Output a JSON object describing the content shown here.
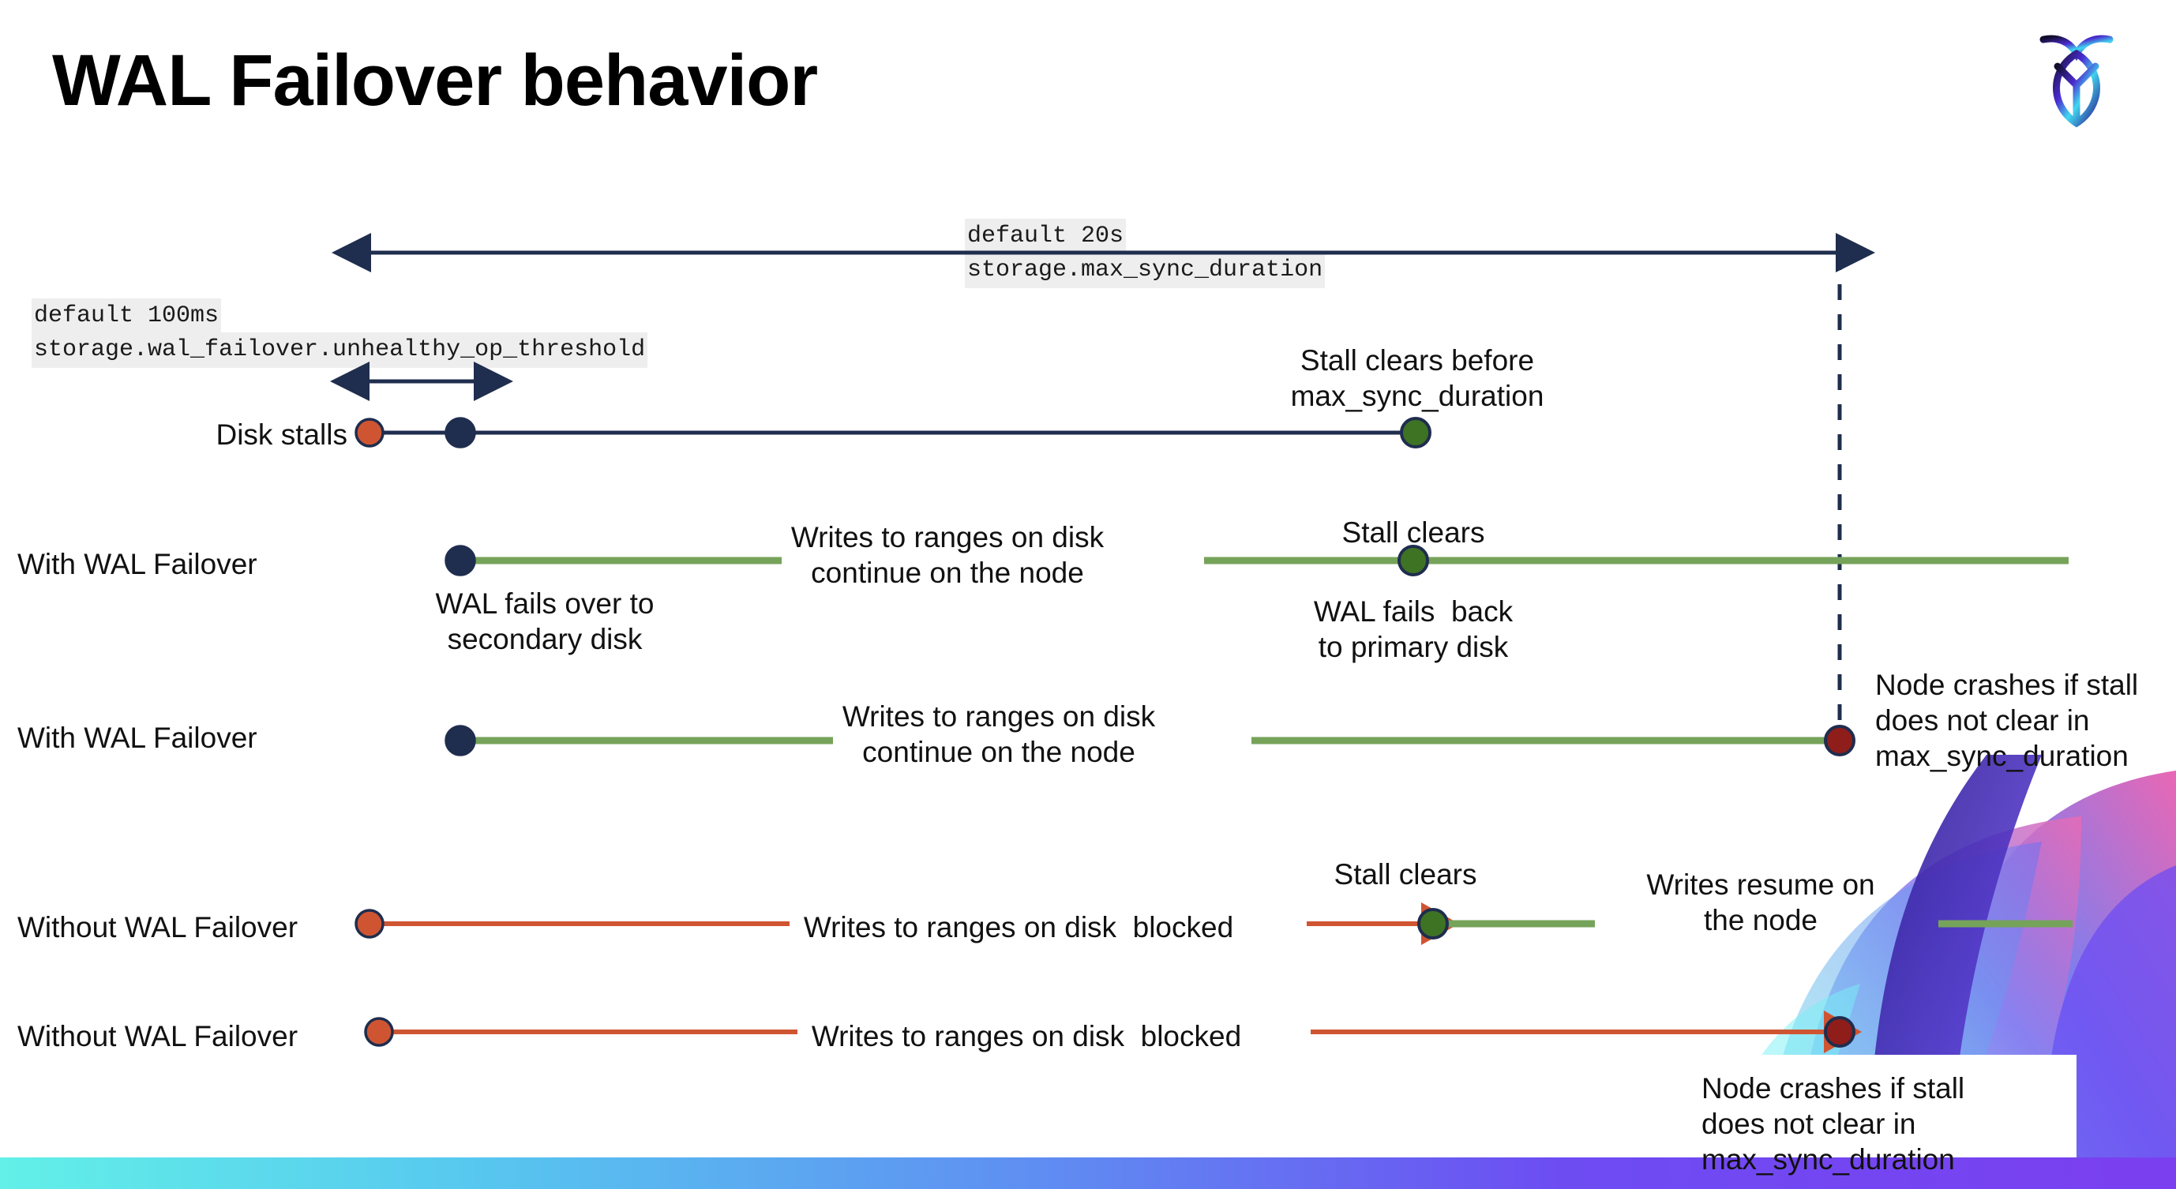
{
  "page": {
    "title": "WAL Failover behavior",
    "logo_name": "cockroachdb-logo"
  },
  "colors": {
    "navy": "#1f2d4e",
    "green_line": "#76a35a",
    "green_dot": "#3f7324",
    "orange": "#cf5532",
    "red_dot": "#8f1d1a",
    "chip_bg": "#eeeeee",
    "accent_cyan": "#62f0e8",
    "accent_purple": "#7b3ff0"
  },
  "annotations": {
    "max_sync": {
      "line1": "default 20s",
      "line2": "storage.max_sync_duration"
    },
    "unhealthy_op": {
      "line1": "default 100ms",
      "line2": "storage.wal_failover.unhealthy_op_threshold"
    }
  },
  "rows": [
    {
      "id": "disk-stalls",
      "label": "Disk stalls",
      "note": "Stall clears before\nmax_sync_duration"
    },
    {
      "id": "with-wal-failover-1",
      "label": "With WAL Failover",
      "note_left": "Writes to ranges on disk\ncontinue on the node",
      "note_start": "WAL fails over to\nsecondary disk",
      "note_mid_top": "Stall clears",
      "note_mid_bottom": "WAL fails  back\nto primary disk"
    },
    {
      "id": "with-wal-failover-2",
      "label": "With WAL Failover",
      "note_left": "Writes to ranges on disk\ncontinue on the node",
      "note_right": "Node crashes if stall\ndoes not clear in\nmax_sync_duration"
    },
    {
      "id": "without-wal-failover-1",
      "label": "Without WAL Failover",
      "note_left": "Writes to ranges on disk  blocked",
      "note_mid": "Stall clears",
      "note_right": "Writes resume on\nthe node"
    },
    {
      "id": "without-wal-failover-2",
      "label": "Without WAL Failover",
      "note_left": "Writes to ranges on disk  blocked",
      "note_callout": "Node crashes if stall\ndoes not clear in\nmax_sync_duration"
    }
  ]
}
